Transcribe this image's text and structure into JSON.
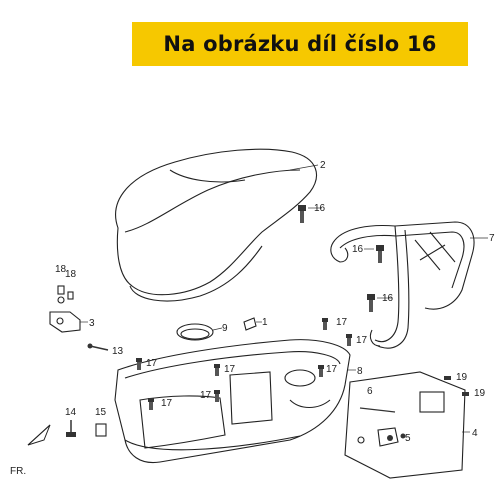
{
  "banner": {
    "text": "Na obrázku díl číslo 16",
    "bg_color": "#f6c800"
  },
  "orientation": {
    "front_label": "FR."
  },
  "callouts": [
    {
      "id": "c2",
      "label": "2"
    },
    {
      "id": "c16a",
      "label": "16"
    },
    {
      "id": "c7",
      "label": "7"
    },
    {
      "id": "c16b",
      "label": "16"
    },
    {
      "id": "c18a",
      "label": "18"
    },
    {
      "id": "c18b",
      "label": "18"
    },
    {
      "id": "c3",
      "label": "3"
    },
    {
      "id": "c16c",
      "label": "16"
    },
    {
      "id": "c9",
      "label": "9"
    },
    {
      "id": "c1",
      "label": "1"
    },
    {
      "id": "c17a",
      "label": "17"
    },
    {
      "id": "c17b",
      "label": "17"
    },
    {
      "id": "c13",
      "label": "13"
    },
    {
      "id": "c17c",
      "label": "17"
    },
    {
      "id": "c17d",
      "label": "17"
    },
    {
      "id": "c17e",
      "label": "17"
    },
    {
      "id": "c17f",
      "label": "17"
    },
    {
      "id": "c8",
      "label": "8"
    },
    {
      "id": "c19a",
      "label": "19"
    },
    {
      "id": "c6",
      "label": "6"
    },
    {
      "id": "c19b",
      "label": "19"
    },
    {
      "id": "c14",
      "label": "14"
    },
    {
      "id": "c15",
      "label": "15"
    },
    {
      "id": "c17g",
      "label": "17"
    },
    {
      "id": "c4",
      "label": "4"
    },
    {
      "id": "c5",
      "label": "5"
    }
  ]
}
